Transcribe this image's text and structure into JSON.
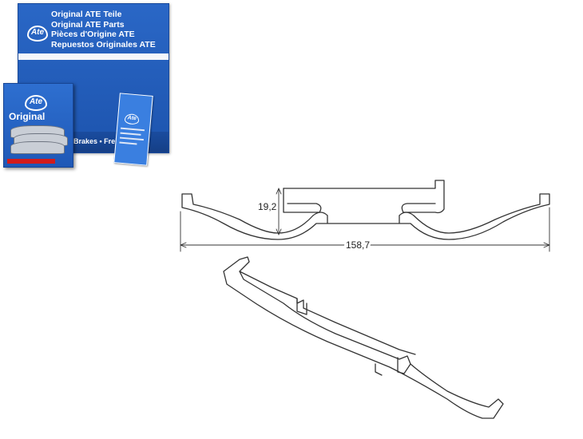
{
  "packaging": {
    "logo_text": "Ate",
    "lines": [
      "Original ATE Teile",
      "Original ATE Parts",
      "Pièces d'Origine ATE",
      "Repuestos Originales ATE"
    ],
    "side_text": "Brakes • Frei",
    "front_box_label": "Original",
    "colors": {
      "box_blue": "#1f5ab4",
      "strip_red": "#d21b1b"
    }
  },
  "drawing": {
    "height_label": "19,2",
    "width_label": "158,7",
    "line_color": "#333333"
  }
}
